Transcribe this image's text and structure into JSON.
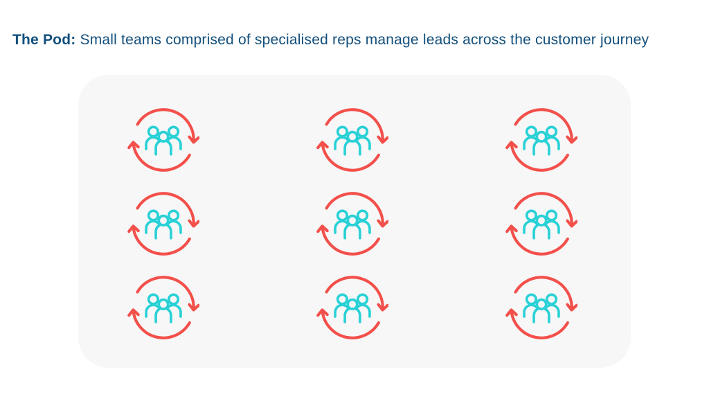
{
  "title": {
    "lead": "The Pod:",
    "rest": "Small teams comprised of specialised reps manage leads across the customer journey"
  },
  "pod_grid": {
    "rows": 3,
    "cols": 3,
    "count": 9,
    "icon": "team-cycle-icon"
  },
  "colors": {
    "title_blue": "#134F7C",
    "page_bg": "#FFFFFF",
    "card_bg": "#F7F7F7",
    "arrow_red": "#F3504B",
    "team_teal": "#29D1D6"
  }
}
